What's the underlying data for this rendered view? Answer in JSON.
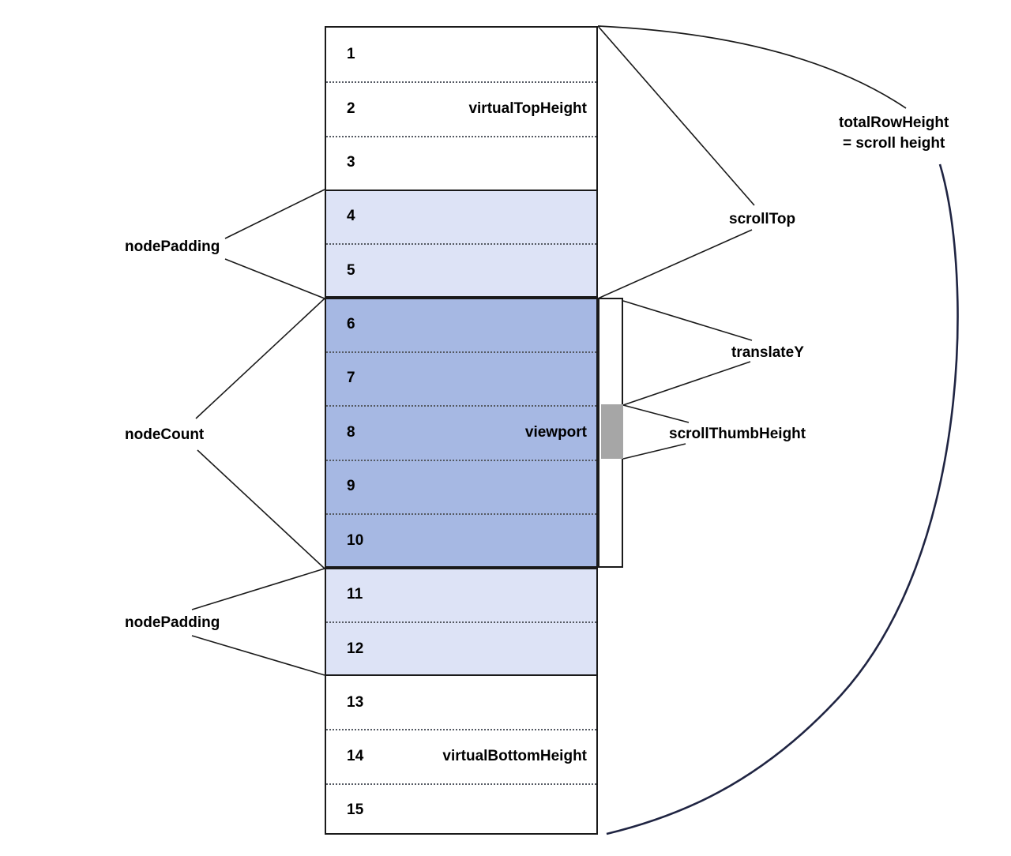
{
  "diagram": {
    "title": "Virtual scrolling row layout diagram",
    "colors": {
      "padding_band": "#dde3f6",
      "viewport_band": "#a6b8e3",
      "scroll_thumb": "#a6a6a6",
      "outline": "#1a1a1a",
      "total_row_height_curve": "#1f2442"
    },
    "rows": [
      {
        "number": "1",
        "tag": ""
      },
      {
        "number": "2",
        "tag": "virtualTopHeight"
      },
      {
        "number": "3",
        "tag": ""
      },
      {
        "number": "4",
        "tag": ""
      },
      {
        "number": "5",
        "tag": ""
      },
      {
        "number": "6",
        "tag": ""
      },
      {
        "number": "7",
        "tag": ""
      },
      {
        "number": "8",
        "tag": "viewport"
      },
      {
        "number": "9",
        "tag": ""
      },
      {
        "number": "10",
        "tag": ""
      },
      {
        "number": "11",
        "tag": ""
      },
      {
        "number": "12",
        "tag": ""
      },
      {
        "number": "13",
        "tag": ""
      },
      {
        "number": "14",
        "tag": "virtualBottomHeight"
      },
      {
        "number": "15",
        "tag": ""
      }
    ],
    "labels": {
      "node_padding_top": "nodePadding",
      "node_count": "nodeCount",
      "node_padding_bottom": "nodePadding",
      "scroll_top": "scrollTop",
      "translate_y": "translateY",
      "scroll_thumb_height": "scrollThumbHeight",
      "total_row_height_line1": "totalRowHeight",
      "total_row_height_line2": "=  scroll  height"
    }
  }
}
